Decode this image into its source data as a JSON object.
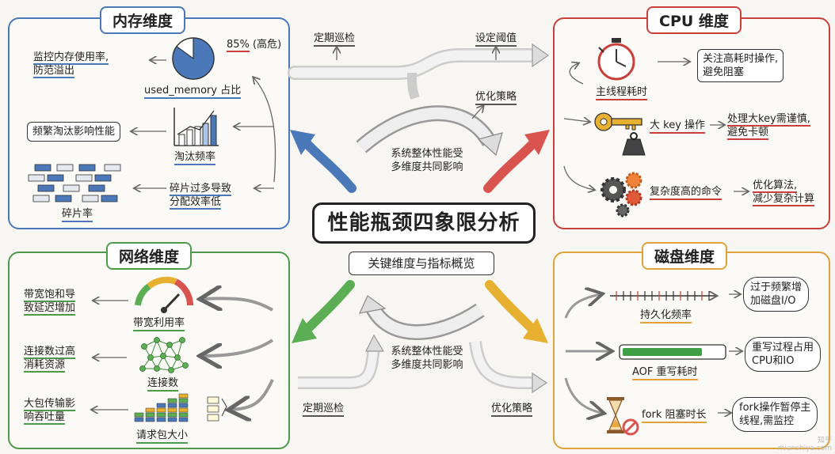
{
  "title": "性能瓶颈四象限分析",
  "subtitle": "关键维度与指标概览",
  "center_flows": {
    "top_note": "系统整体性能受\n多维度共同影响",
    "bottom_note": "系统整体性能受\n多维度共同影响",
    "top_left_label": "定期巡检",
    "top_right_label": "设定阈值",
    "top_mid_label": "优化策略",
    "bottom_left_label": "定期巡检",
    "bottom_right_label": "优化策略"
  },
  "memory": {
    "title": "内存维度",
    "pie_value": "85%",
    "pie_note": "(高危)",
    "pie_fraction": 0.85,
    "pie_label": "used_memory 占比",
    "pie_desc": "监控内存使用率,\n防范溢出",
    "evict_label": "淘汰频率",
    "evict_desc": "频繁淘汰影响性能",
    "frag_label": "碎片率",
    "frag_desc": "碎片过多导致\n分配效率低"
  },
  "cpu": {
    "title": "CPU 维度",
    "timer_label": "主线程耗时",
    "timer_desc": "关注高耗时操作,\n避免阻塞",
    "key_label": "大 key 操作",
    "key_desc": "处理大key需谨慎,\n避免卡顿",
    "cmd_label": "复杂度高的命令",
    "cmd_desc": "优化算法,\n减少复杂计算"
  },
  "network": {
    "title": "网络维度",
    "gauge_label": "带宽利用率",
    "gauge_desc": "带宽饱和导\n致延迟增加",
    "conn_label": "连接数",
    "conn_desc": "连接数过高\n消耗资源",
    "pkt_label": "请求包大小",
    "pkt_desc": "大包传输影\n响吞吐量"
  },
  "disk": {
    "title": "磁盘维度",
    "persist_label": "持久化频率",
    "persist_desc": "过于频繁增\n加磁盘I/O",
    "aof_label": "AOF 重写耗时",
    "aof_desc": "重写过程占用\nCPU和IO",
    "fork_label": "fork 阻塞时长",
    "fork_desc": "fork操作暂停主\n线程,需监控"
  },
  "colors": {
    "memory": "#4a78b8",
    "cpu": "#c9403b",
    "network": "#4f9a4a",
    "disk": "#e0a23a"
  },
  "watermark": "知乎\nmianshiya.com"
}
